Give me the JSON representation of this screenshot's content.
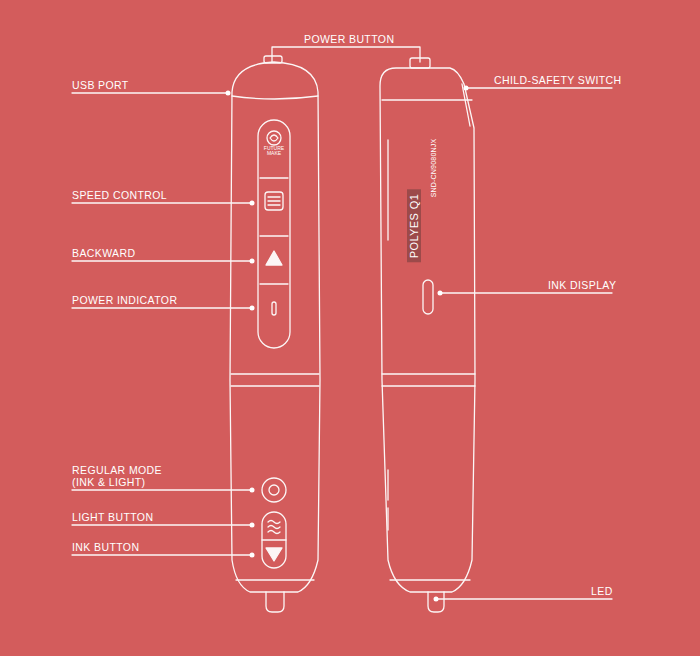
{
  "diagram": {
    "labels": [
      "POWER BUTTON",
      "USB PORT",
      "CHILD-SAFETY SWITCH",
      "SPEED CONTROL",
      "BACKWARD",
      "INK DISPLAY",
      "POWER INDICATOR",
      "REGULAR MODE (INK & LIGHT)",
      "LIGHT BUTTON",
      "INK BUTTON",
      "LED",
      "POLYES Q1",
      "SND-CN9080NJX",
      "FUTURE MAKE"
    ]
  }
}
